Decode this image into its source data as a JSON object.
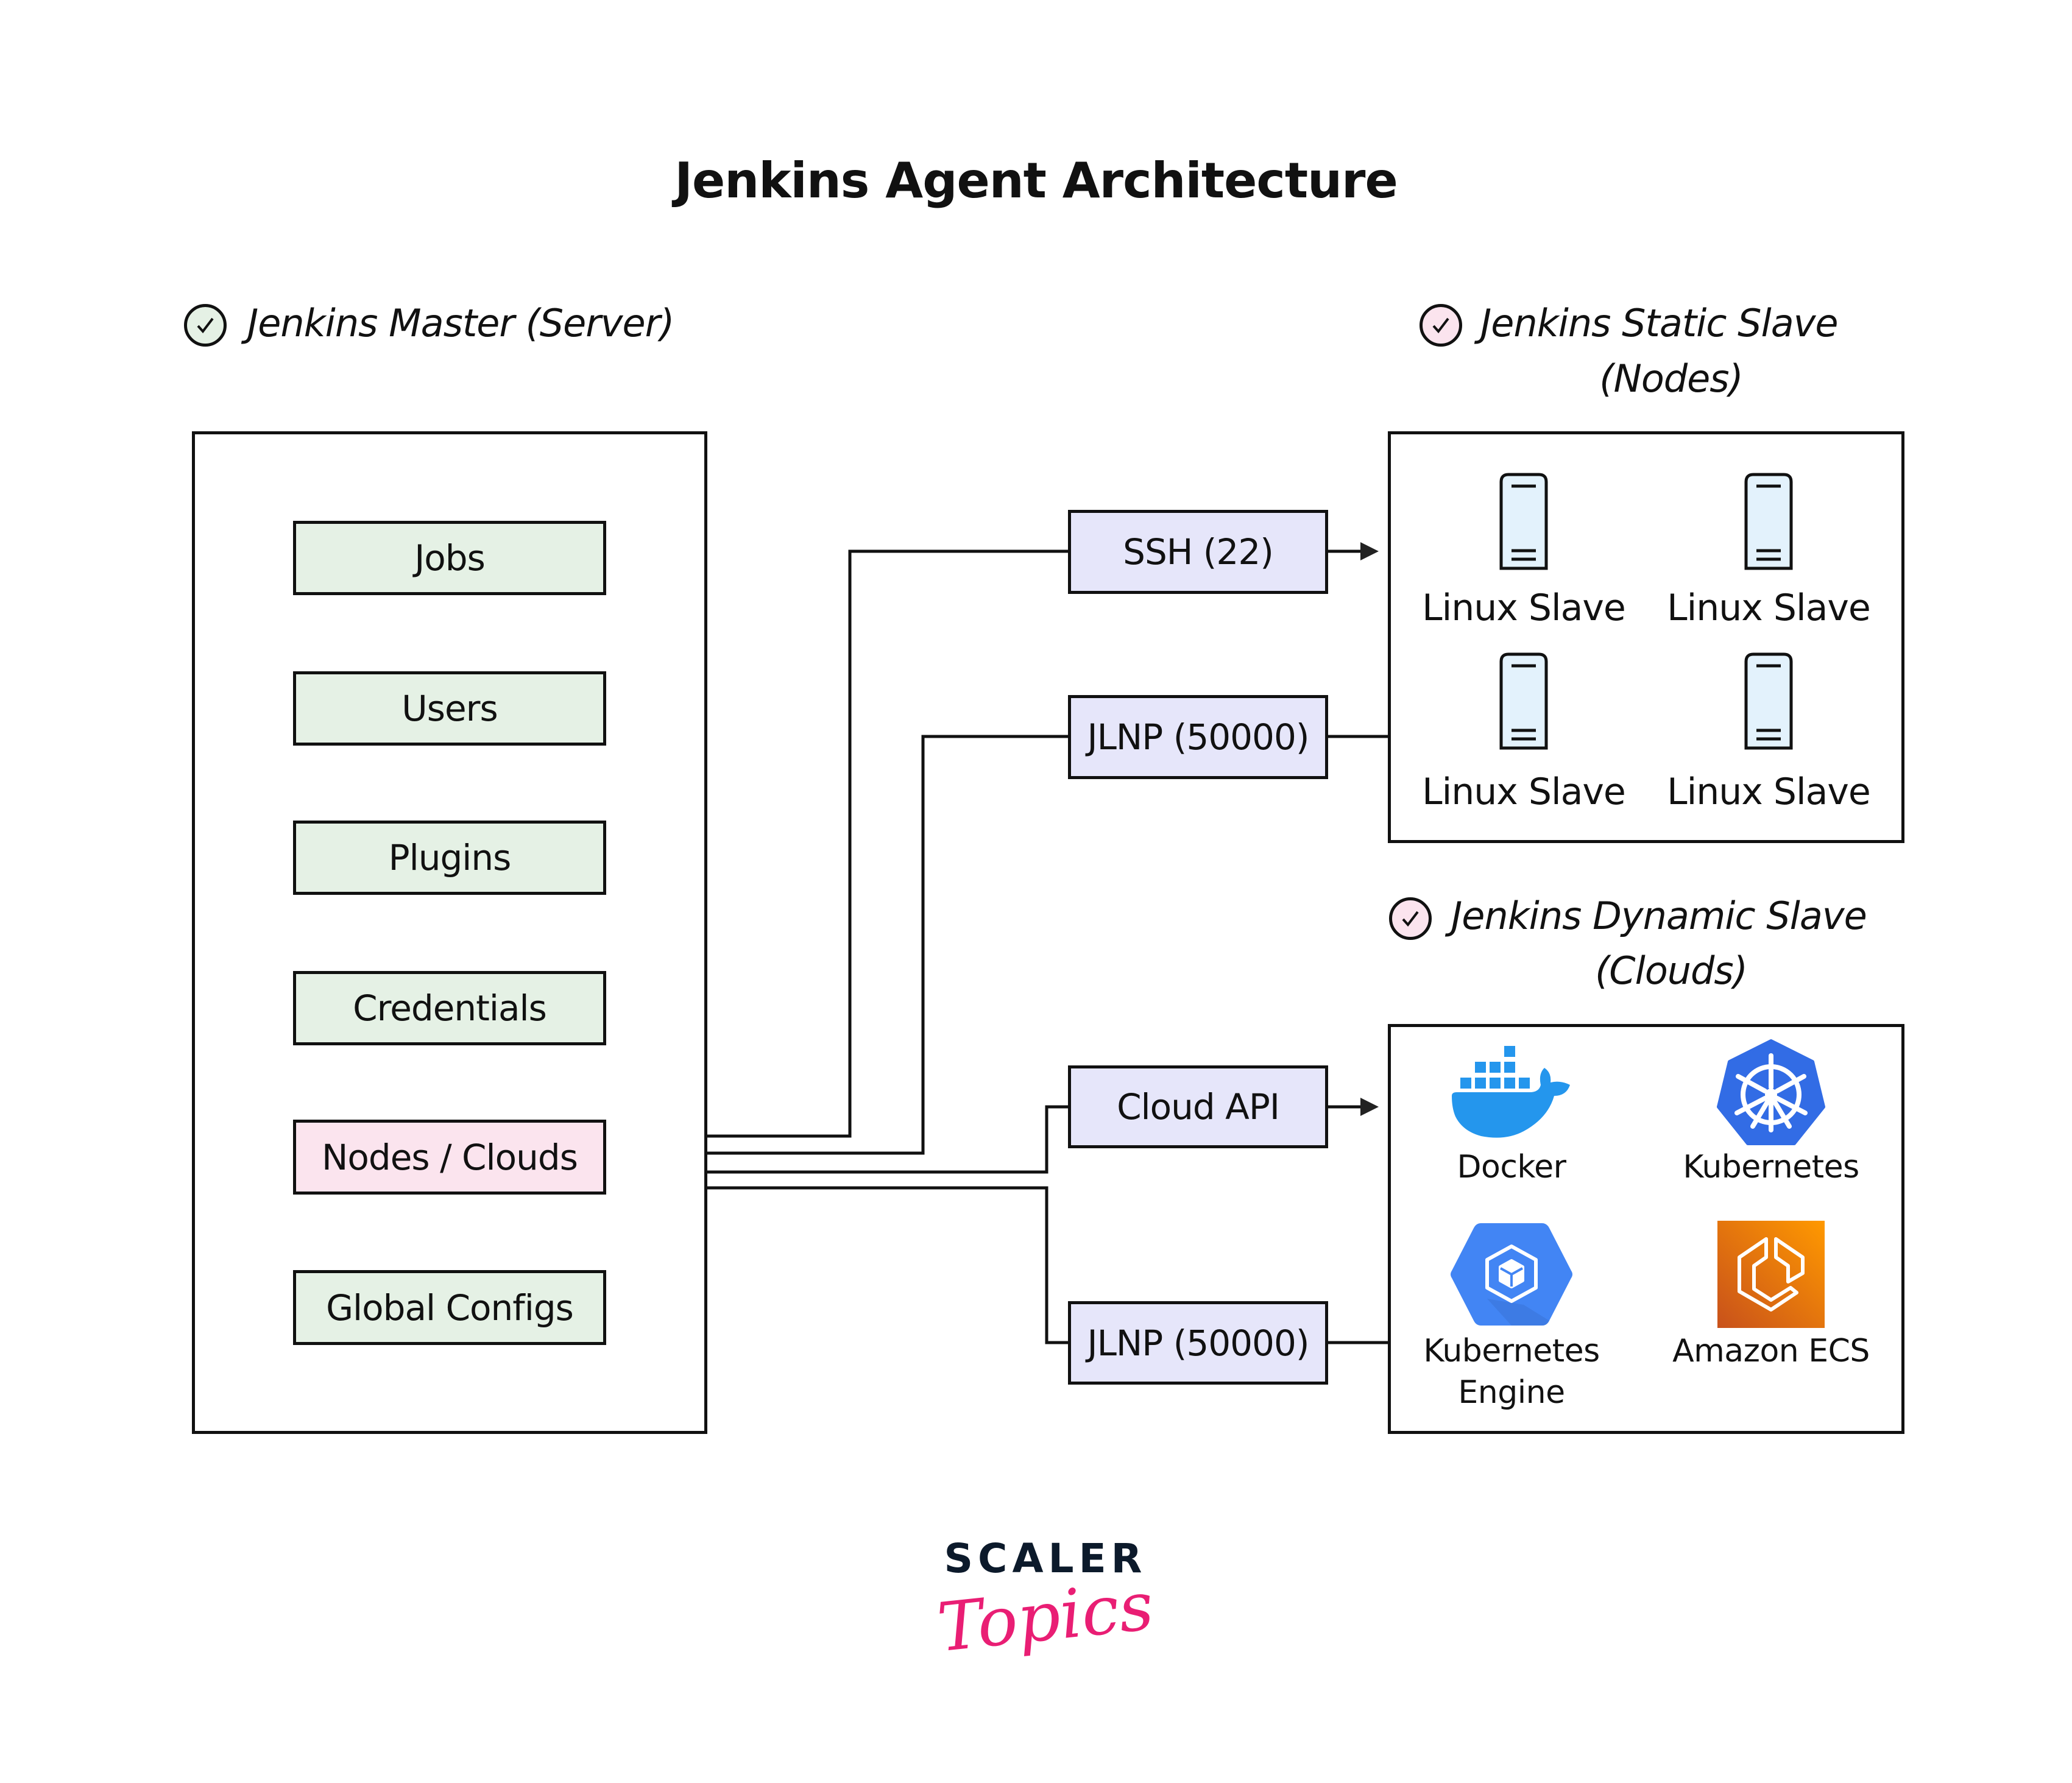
{
  "title": "Jenkins Agent Architecture",
  "master": {
    "heading": "Jenkins Master (Server)",
    "check_icon": "check-circle-icon",
    "check_color": "#e5f1e5",
    "items": [
      {
        "label": "Jobs",
        "color": "#e5f1e5"
      },
      {
        "label": "Users",
        "color": "#e5f1e5"
      },
      {
        "label": "Plugins",
        "color": "#e5f1e5"
      },
      {
        "label": "Credentials",
        "color": "#e5f1e5"
      },
      {
        "label": "Nodes / Clouds",
        "color": "#fbe4ee"
      },
      {
        "label": "Global Configs",
        "color": "#e5f1e5"
      }
    ]
  },
  "protocols": [
    {
      "label": "SSH (22)",
      "target": "static",
      "direction": "out"
    },
    {
      "label": "JLNP (50000)",
      "target": "static",
      "direction": "in"
    },
    {
      "label": "Cloud API",
      "target": "dynamic",
      "direction": "out"
    },
    {
      "label": "JLNP (50000)",
      "target": "dynamic",
      "direction": "in"
    }
  ],
  "static_slave": {
    "heading_line1": "Jenkins Static Slave",
    "heading_line2": "(Nodes)",
    "check_icon": "check-circle-icon",
    "check_color": "#fbe4ee",
    "nodes": [
      {
        "label": "Linux Slave",
        "icon": "server-icon"
      },
      {
        "label": "Linux Slave",
        "icon": "server-icon"
      },
      {
        "label": "Linux Slave",
        "icon": "server-icon"
      },
      {
        "label": "Linux Slave",
        "icon": "server-icon"
      }
    ]
  },
  "dynamic_slave": {
    "heading_line1": "Jenkins Dynamic Slave",
    "heading_line2": "(Clouds)",
    "check_icon": "check-circle-icon",
    "check_color": "#fbe4ee",
    "clouds": [
      {
        "label": "Docker",
        "icon": "docker-icon",
        "color": "#2496ed"
      },
      {
        "label": "Kubernetes",
        "icon": "kubernetes-icon",
        "color": "#326ce5"
      },
      {
        "label_line1": "Kubernetes",
        "label_line2": "Engine",
        "icon": "gke-icon",
        "color": "#4285f4"
      },
      {
        "label": "Amazon ECS",
        "icon": "amazon-ecs-icon",
        "color": "#e8760f"
      }
    ]
  },
  "logo": {
    "line1": "SCALER",
    "line2": "Topics",
    "line1_color": "#0c1a2b",
    "line2_color": "#e91e74"
  }
}
